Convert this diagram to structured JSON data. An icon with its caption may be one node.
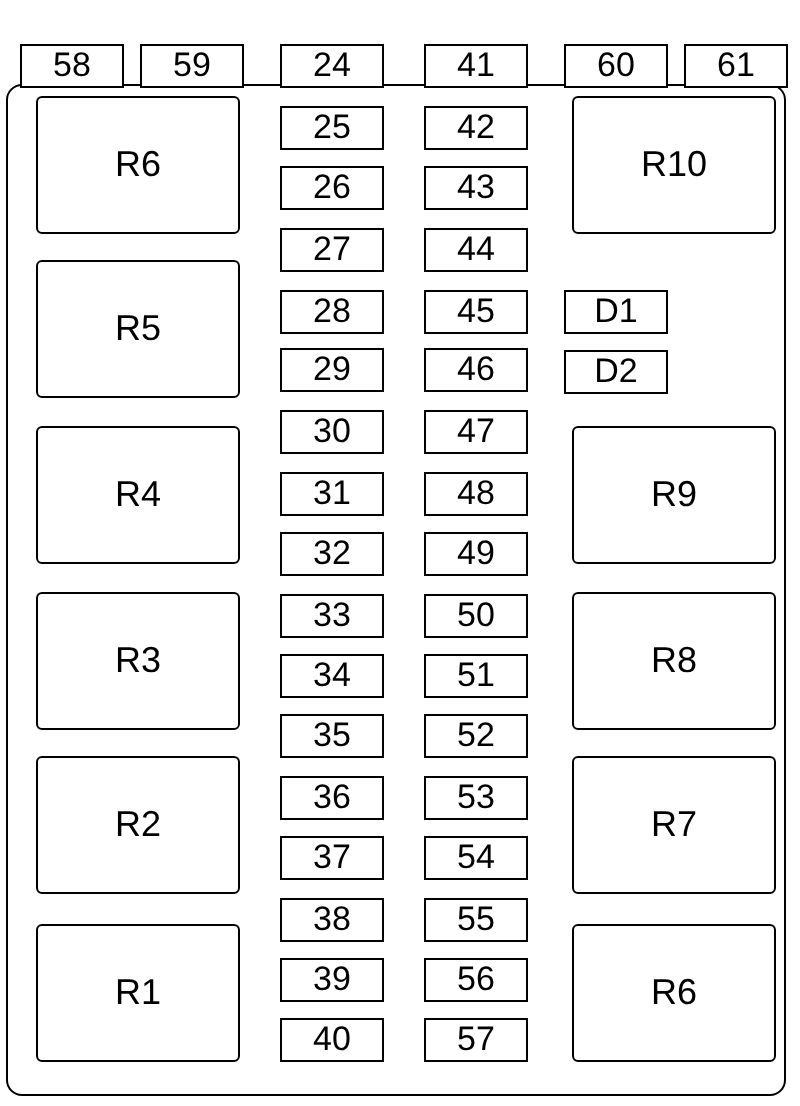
{
  "diagram": {
    "nodes": [
      {
        "text": [
          "58"
        ]
      },
      {
        "text": [
          "59"
        ]
      },
      {
        "text": [
          "24"
        ]
      },
      {
        "text": [
          "41"
        ]
      },
      {
        "text": [
          "60"
        ]
      },
      {
        "text": [
          "61"
        ]
      },
      {
        "text": [
          "R6"
        ]
      },
      {
        "text": [
          "25"
        ]
      },
      {
        "text": [
          "42"
        ]
      },
      {
        "text": [
          "R10"
        ]
      },
      {
        "text": [
          "26"
        ]
      },
      {
        "text": [
          "43"
        ]
      },
      {
        "text": [
          "27"
        ]
      },
      {
        "text": [
          "44"
        ]
      },
      {
        "text": [
          "R5"
        ]
      },
      {
        "text": [
          "28"
        ]
      },
      {
        "text": [
          "45"
        ]
      },
      {
        "text": [
          "D1"
        ]
      },
      {
        "text": [
          "29"
        ]
      },
      {
        "text": [
          "46"
        ]
      },
      {
        "text": [
          "D2"
        ]
      },
      {
        "text": [
          "R4"
        ]
      },
      {
        "text": [
          "30"
        ]
      },
      {
        "text": [
          "47"
        ]
      },
      {
        "text": [
          "R9"
        ]
      },
      {
        "text": [
          "31"
        ]
      },
      {
        "text": [
          "48"
        ]
      },
      {
        "text": [
          "32"
        ]
      },
      {
        "text": [
          "49"
        ]
      },
      {
        "text": [
          "R3"
        ]
      },
      {
        "text": [
          "33"
        ]
      },
      {
        "text": [
          "50"
        ]
      },
      {
        "text": [
          "R8"
        ]
      },
      {
        "text": [
          "34"
        ]
      },
      {
        "text": [
          "51"
        ]
      },
      {
        "text": [
          "35"
        ]
      },
      {
        "text": [
          "52"
        ]
      },
      {
        "text": [
          "R2"
        ]
      },
      {
        "text": [
          "36"
        ]
      },
      {
        "text": [
          "53"
        ]
      },
      {
        "text": [
          "R7"
        ]
      },
      {
        "text": [
          "37"
        ]
      },
      {
        "text": [
          "54"
        ]
      },
      {
        "text": [
          "R1"
        ]
      },
      {
        "text": [
          "38"
        ]
      },
      {
        "text": [
          "55"
        ]
      },
      {
        "text": [
          "R6"
        ]
      },
      {
        "text": [
          "39"
        ]
      },
      {
        "text": [
          "56"
        ]
      },
      {
        "text": [
          "40"
        ]
      },
      {
        "text": [
          "57"
        ]
      }
    ]
  }
}
